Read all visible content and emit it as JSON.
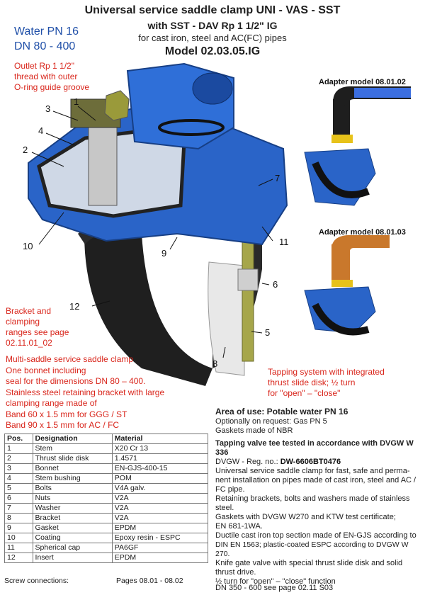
{
  "header": {
    "title": "Universal service saddle clamp UNI - VAS - SST",
    "subtitle": "with SST - DAV Rp 1 1/2\"  IG",
    "pipes": "for cast iron, steel and AC(FC) pipes",
    "model": "Model 02.03.05.IG"
  },
  "spec": {
    "pressure": "Water PN 16",
    "dn": "DN 80 - 400"
  },
  "outlet_note": [
    "Outlet Rp 1 1/2\"",
    "thread with outer",
    "O-ring guide groove"
  ],
  "bracket_note": [
    "Bracket and",
    "clamping",
    "ranges see page",
    "02.11.01_02"
  ],
  "multi_note": [
    "Multi-saddle service saddle clamp",
    "One bonnet including",
    "seal for the dimensions DN 80 – 400.",
    "Stainless steel retaining bracket with large",
    "clamping range made of",
    "Band 60 x 1.5 mm for GGG / ST",
    "Band 90 x 1.5 mm for AC / FC"
  ],
  "tapping_note": [
    "Tapping system with integrated",
    "thrust slide disk; ½ turn",
    "for \"open\" – \"close\""
  ],
  "adapters": {
    "a1": "Adapter model 08.01.02",
    "a2": "Adapter model 08.01.03"
  },
  "callouts": [
    "1",
    "2",
    "3",
    "4",
    "7",
    "9",
    "10",
    "11",
    "6",
    "12",
    "5",
    "8"
  ],
  "table": {
    "headers": [
      "Pos.",
      "Designation",
      "Material"
    ],
    "rows": [
      [
        "1",
        "Stem",
        "X20 Cr 13"
      ],
      [
        "2",
        "Thrust slide disk",
        "1.4571"
      ],
      [
        "3",
        "Bonnet",
        "EN-GJS-400-15"
      ],
      [
        "4",
        "Stem bushing",
        "POM"
      ],
      [
        "5",
        "Bolts",
        "V4A galv."
      ],
      [
        "6",
        "Nuts",
        "V2A"
      ],
      [
        "7",
        "Washer",
        "V2A"
      ],
      [
        "8",
        "Bracket",
        "V2A"
      ],
      [
        "9",
        "Gasket",
        "EPDM"
      ],
      [
        "10",
        "Coating",
        "Epoxy resin - ESPC"
      ],
      [
        "11",
        "Spherical cap",
        "PA6GF"
      ],
      [
        "12",
        "Insert",
        "EPDM"
      ]
    ]
  },
  "footer": {
    "screw_label": "Screw connections:",
    "screw_pages": "Pages 08.01 - 08.02",
    "dn_note": "DN  350 - 600 see page 02.11 S03"
  },
  "area": {
    "heading": "Area of use:  Potable water PN 16",
    "lines": [
      "Optionally on request: Gas PN 5",
      "Gaskets made of NBR"
    ]
  },
  "dvgw": {
    "heading": "Tapping valve tee tested in accordance with DVGW W 336",
    "reg_label": "DVGW - Reg. no.: ",
    "reg_no": "DW-6606BT0476",
    "lines": [
      "Universal service saddle clamp for fast, safe and perma-",
      "nent installation on pipes made of cast iron, steel and AC /",
      "FC pipe.",
      "Retaining brackets, bolts and washers made of stainless",
      "steel.",
      "Gaskets with DVGW W270 and KTW test certificate;",
      "EN 681-1WA.",
      "Ductile cast iron top section made of EN-GJS according to",
      "DIN EN 1563; plastic-coated ESPC according to DVGW W 270.",
      "Knife gate valve with special thrust slide disk and solid",
      "thrust drive.",
      "½ turn for \"open\" – \"close\" function"
    ]
  }
}
